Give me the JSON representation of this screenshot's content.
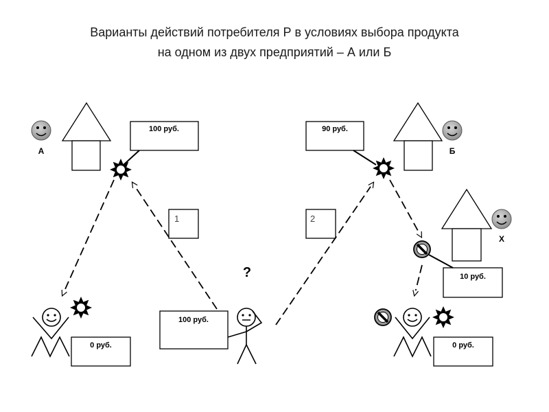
{
  "title": {
    "line1": "Варианты действий потребителя Р в условиях выбора продукта",
    "line2": "на одном из двух предприятий – А или Б"
  },
  "enterprise_a": {
    "letter": "А",
    "price": "100 руб."
  },
  "enterprise_b": {
    "letter": "Б",
    "price": "90 руб."
  },
  "enterprise_x": {
    "letter": "Х",
    "price": "10 руб."
  },
  "consumer": {
    "money": "100 руб.",
    "question": "?"
  },
  "options": {
    "first": "1",
    "second": "2"
  },
  "outcomes": {
    "left_money": "0 руб.",
    "right_money": "0 руб."
  },
  "colors": {
    "smiley_face": "#b3b3b3",
    "line": "#000000",
    "no_sign_fill": "#9a9a9a"
  },
  "icons": [
    "house-icon",
    "smiley-icon",
    "starburst-icon",
    "no-entry-icon",
    "stick-figure-icon"
  ]
}
